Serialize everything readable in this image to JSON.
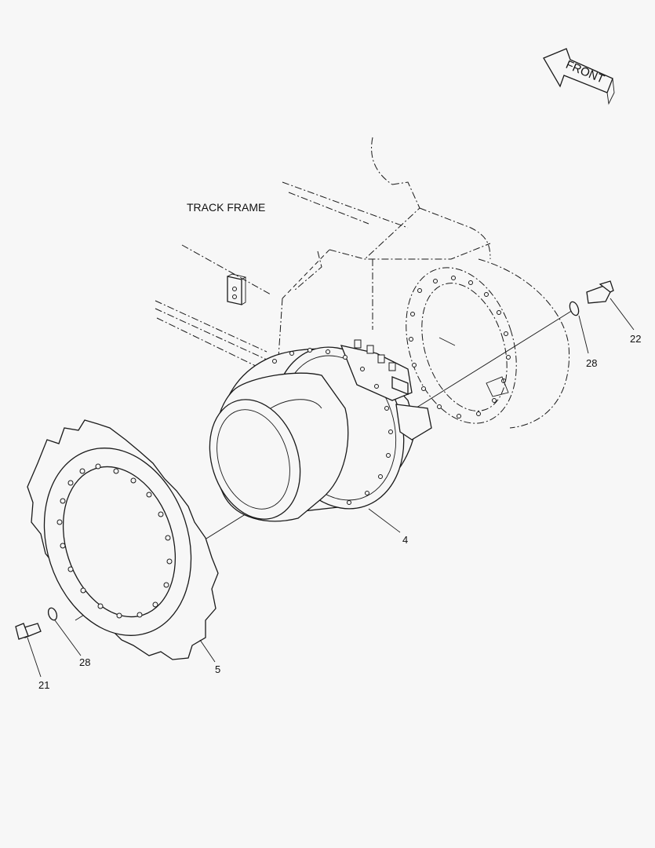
{
  "labels": {
    "front": "FRONT",
    "track_frame": "TRACK FRAME",
    "callouts": {
      "c4": "4",
      "c5": "5",
      "c21": "21",
      "c22": "22",
      "c28_right": "28",
      "c28_left": "28"
    }
  },
  "colors": {
    "ink": "#1a1a1a",
    "background": "#f7f7f7"
  },
  "icons": {
    "front_arrow": "arrow-left-icon"
  }
}
